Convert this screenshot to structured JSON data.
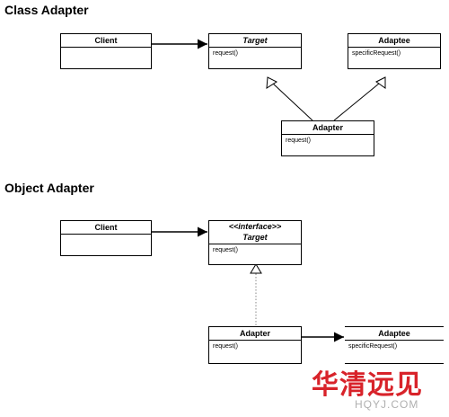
{
  "sections": {
    "class_adapter": "Class Adapter",
    "object_adapter": "Object Adapter"
  },
  "class_adapter": {
    "client": {
      "name": "Client"
    },
    "target": {
      "name": "Target",
      "methods": [
        "request()"
      ]
    },
    "adaptee": {
      "name": "Adaptee",
      "methods": [
        "specificRequest()"
      ]
    },
    "adapter": {
      "name": "Adapter",
      "methods": [
        "request()"
      ]
    }
  },
  "object_adapter": {
    "client": {
      "name": "Client"
    },
    "target": {
      "stereotype": "<<interface>>",
      "name": "Target",
      "methods": [
        "request()"
      ]
    },
    "adapter": {
      "name": "Adapter",
      "methods": [
        "request()"
      ]
    },
    "adaptee": {
      "name": "Adaptee",
      "methods": [
        "specificRequest()"
      ]
    }
  },
  "watermark": {
    "text": "华清远见",
    "sub": "HQYJ.COM",
    "color": "#d8232a"
  }
}
